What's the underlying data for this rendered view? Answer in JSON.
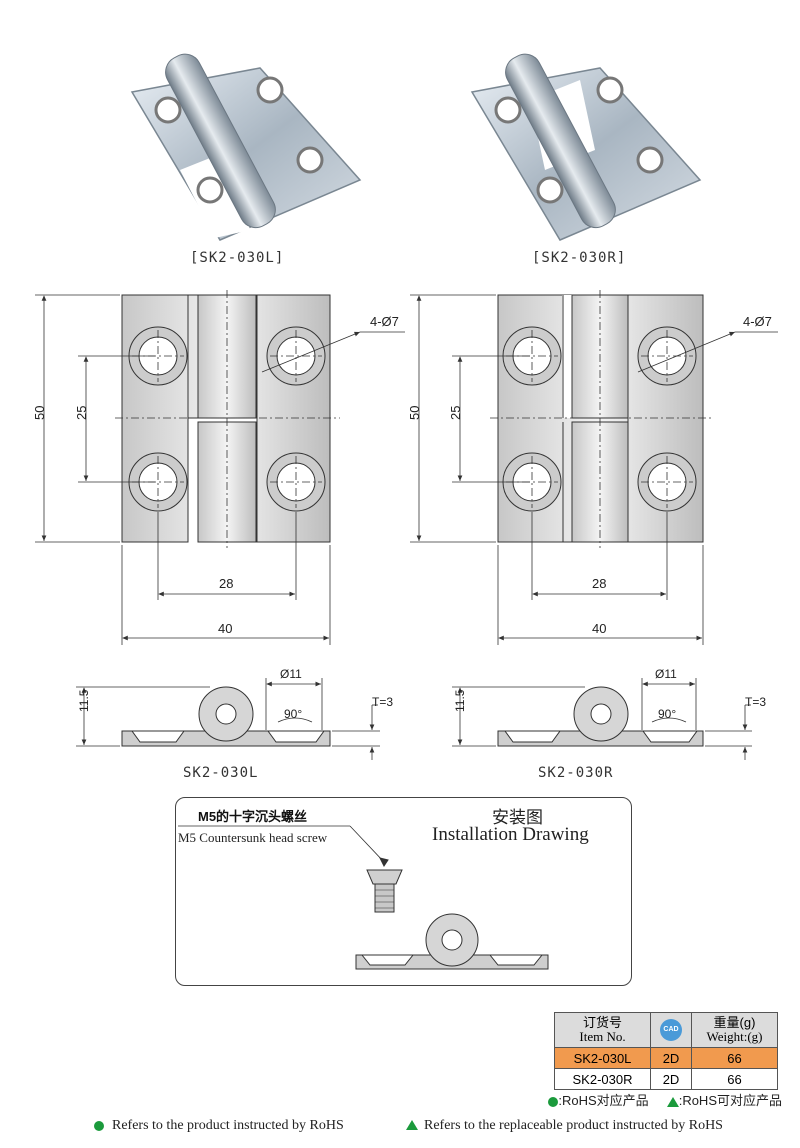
{
  "products": {
    "left_caption": "[SK2-030L]",
    "right_caption": "[SK2-030R]"
  },
  "front_view": {
    "dim_height": "50",
    "dim_pitch": "25",
    "dim_hole_spacing": "28",
    "dim_width": "40",
    "hole_callout": "4-Ø7"
  },
  "side_view": {
    "dim_height": "11.5",
    "dim_diameter": "Ø11",
    "dim_angle": "90°",
    "dim_thickness": "T=3",
    "left_label": "SK2-030L",
    "right_label": "SK2-030R"
  },
  "installation": {
    "title_cn": "安装图",
    "title_en": "Installation Drawing",
    "screw_cn": "M5的十字沉头螺丝",
    "screw_en": "M5 Countersunk head screw"
  },
  "order_table": {
    "header_item_cn": "订货号",
    "header_item_en": "Item No.",
    "header_cad": "CAD",
    "header_weight_cn": "重量(g)",
    "header_weight_en": "Weight:(g)",
    "rows": [
      {
        "item": "SK2-030L",
        "cad": "2D",
        "weight": "66"
      },
      {
        "item": "SK2-030R",
        "cad": "2D",
        "weight": "66"
      }
    ]
  },
  "legend": {
    "rohs_cn": ":RoHS对应产品",
    "rohs_replace_cn": ":RoHS可对应产品"
  },
  "footer": {
    "rohs_en": "Refers to the product instructed by RoHS",
    "rohs_replace_en": "Refers to the replaceable product instructed by RoHS"
  },
  "colors": {
    "rohs_green": "#1b9a3c",
    "highlight_orange": "#f19a4e",
    "cad_blue": "#4a9ad8"
  }
}
